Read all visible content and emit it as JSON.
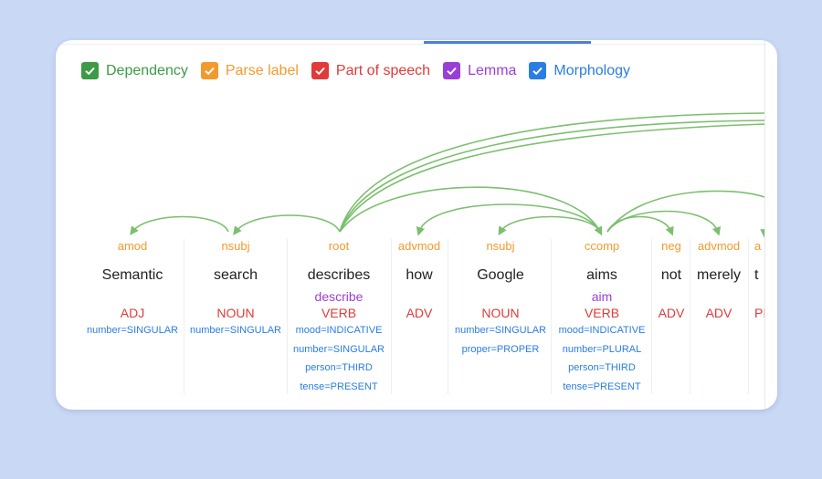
{
  "colors": {
    "dependency": "#3d9a45",
    "parse_label": "#f29a2e",
    "part_of_speech": "#e03a3a",
    "lemma": "#9a3fd6",
    "morphology": "#2a7de1",
    "arc": "#7cbf6f"
  },
  "legend": [
    {
      "label": "Dependency",
      "checked": true
    },
    {
      "label": "Parse label",
      "checked": true
    },
    {
      "label": "Part of speech",
      "checked": true
    },
    {
      "label": "Lemma",
      "checked": true
    },
    {
      "label": "Morphology",
      "checked": true
    }
  ],
  "tokens": [
    {
      "label": "amod",
      "word": "Semantic",
      "lemma": "",
      "pos": "ADJ",
      "morph": [
        "number=SINGULAR"
      ]
    },
    {
      "label": "nsubj",
      "word": "search",
      "lemma": "",
      "pos": "NOUN",
      "morph": [
        "number=SINGULAR"
      ]
    },
    {
      "label": "root",
      "word": "describes",
      "lemma": "describe",
      "pos": "VERB",
      "morph": [
        "mood=INDICATIVE",
        "number=SINGULAR",
        "person=THIRD",
        "tense=PRESENT"
      ]
    },
    {
      "label": "advmod",
      "word": "how",
      "lemma": "",
      "pos": "ADV",
      "morph": []
    },
    {
      "label": "nsubj",
      "word": "Google",
      "lemma": "",
      "pos": "NOUN",
      "morph": [
        "number=SINGULAR",
        "proper=PROPER"
      ]
    },
    {
      "label": "ccomp",
      "word": "aims",
      "lemma": "aim",
      "pos": "VERB",
      "morph": [
        "mood=INDICATIVE",
        "number=PLURAL",
        "person=THIRD",
        "tense=PRESENT"
      ]
    },
    {
      "label": "neg",
      "word": "not",
      "lemma": "",
      "pos": "ADV",
      "morph": []
    },
    {
      "label": "advmod",
      "word": "merely",
      "lemma": "",
      "pos": "ADV",
      "morph": []
    },
    {
      "label": "a",
      "word": "t",
      "lemma": "",
      "pos": "PI",
      "morph": []
    }
  ]
}
